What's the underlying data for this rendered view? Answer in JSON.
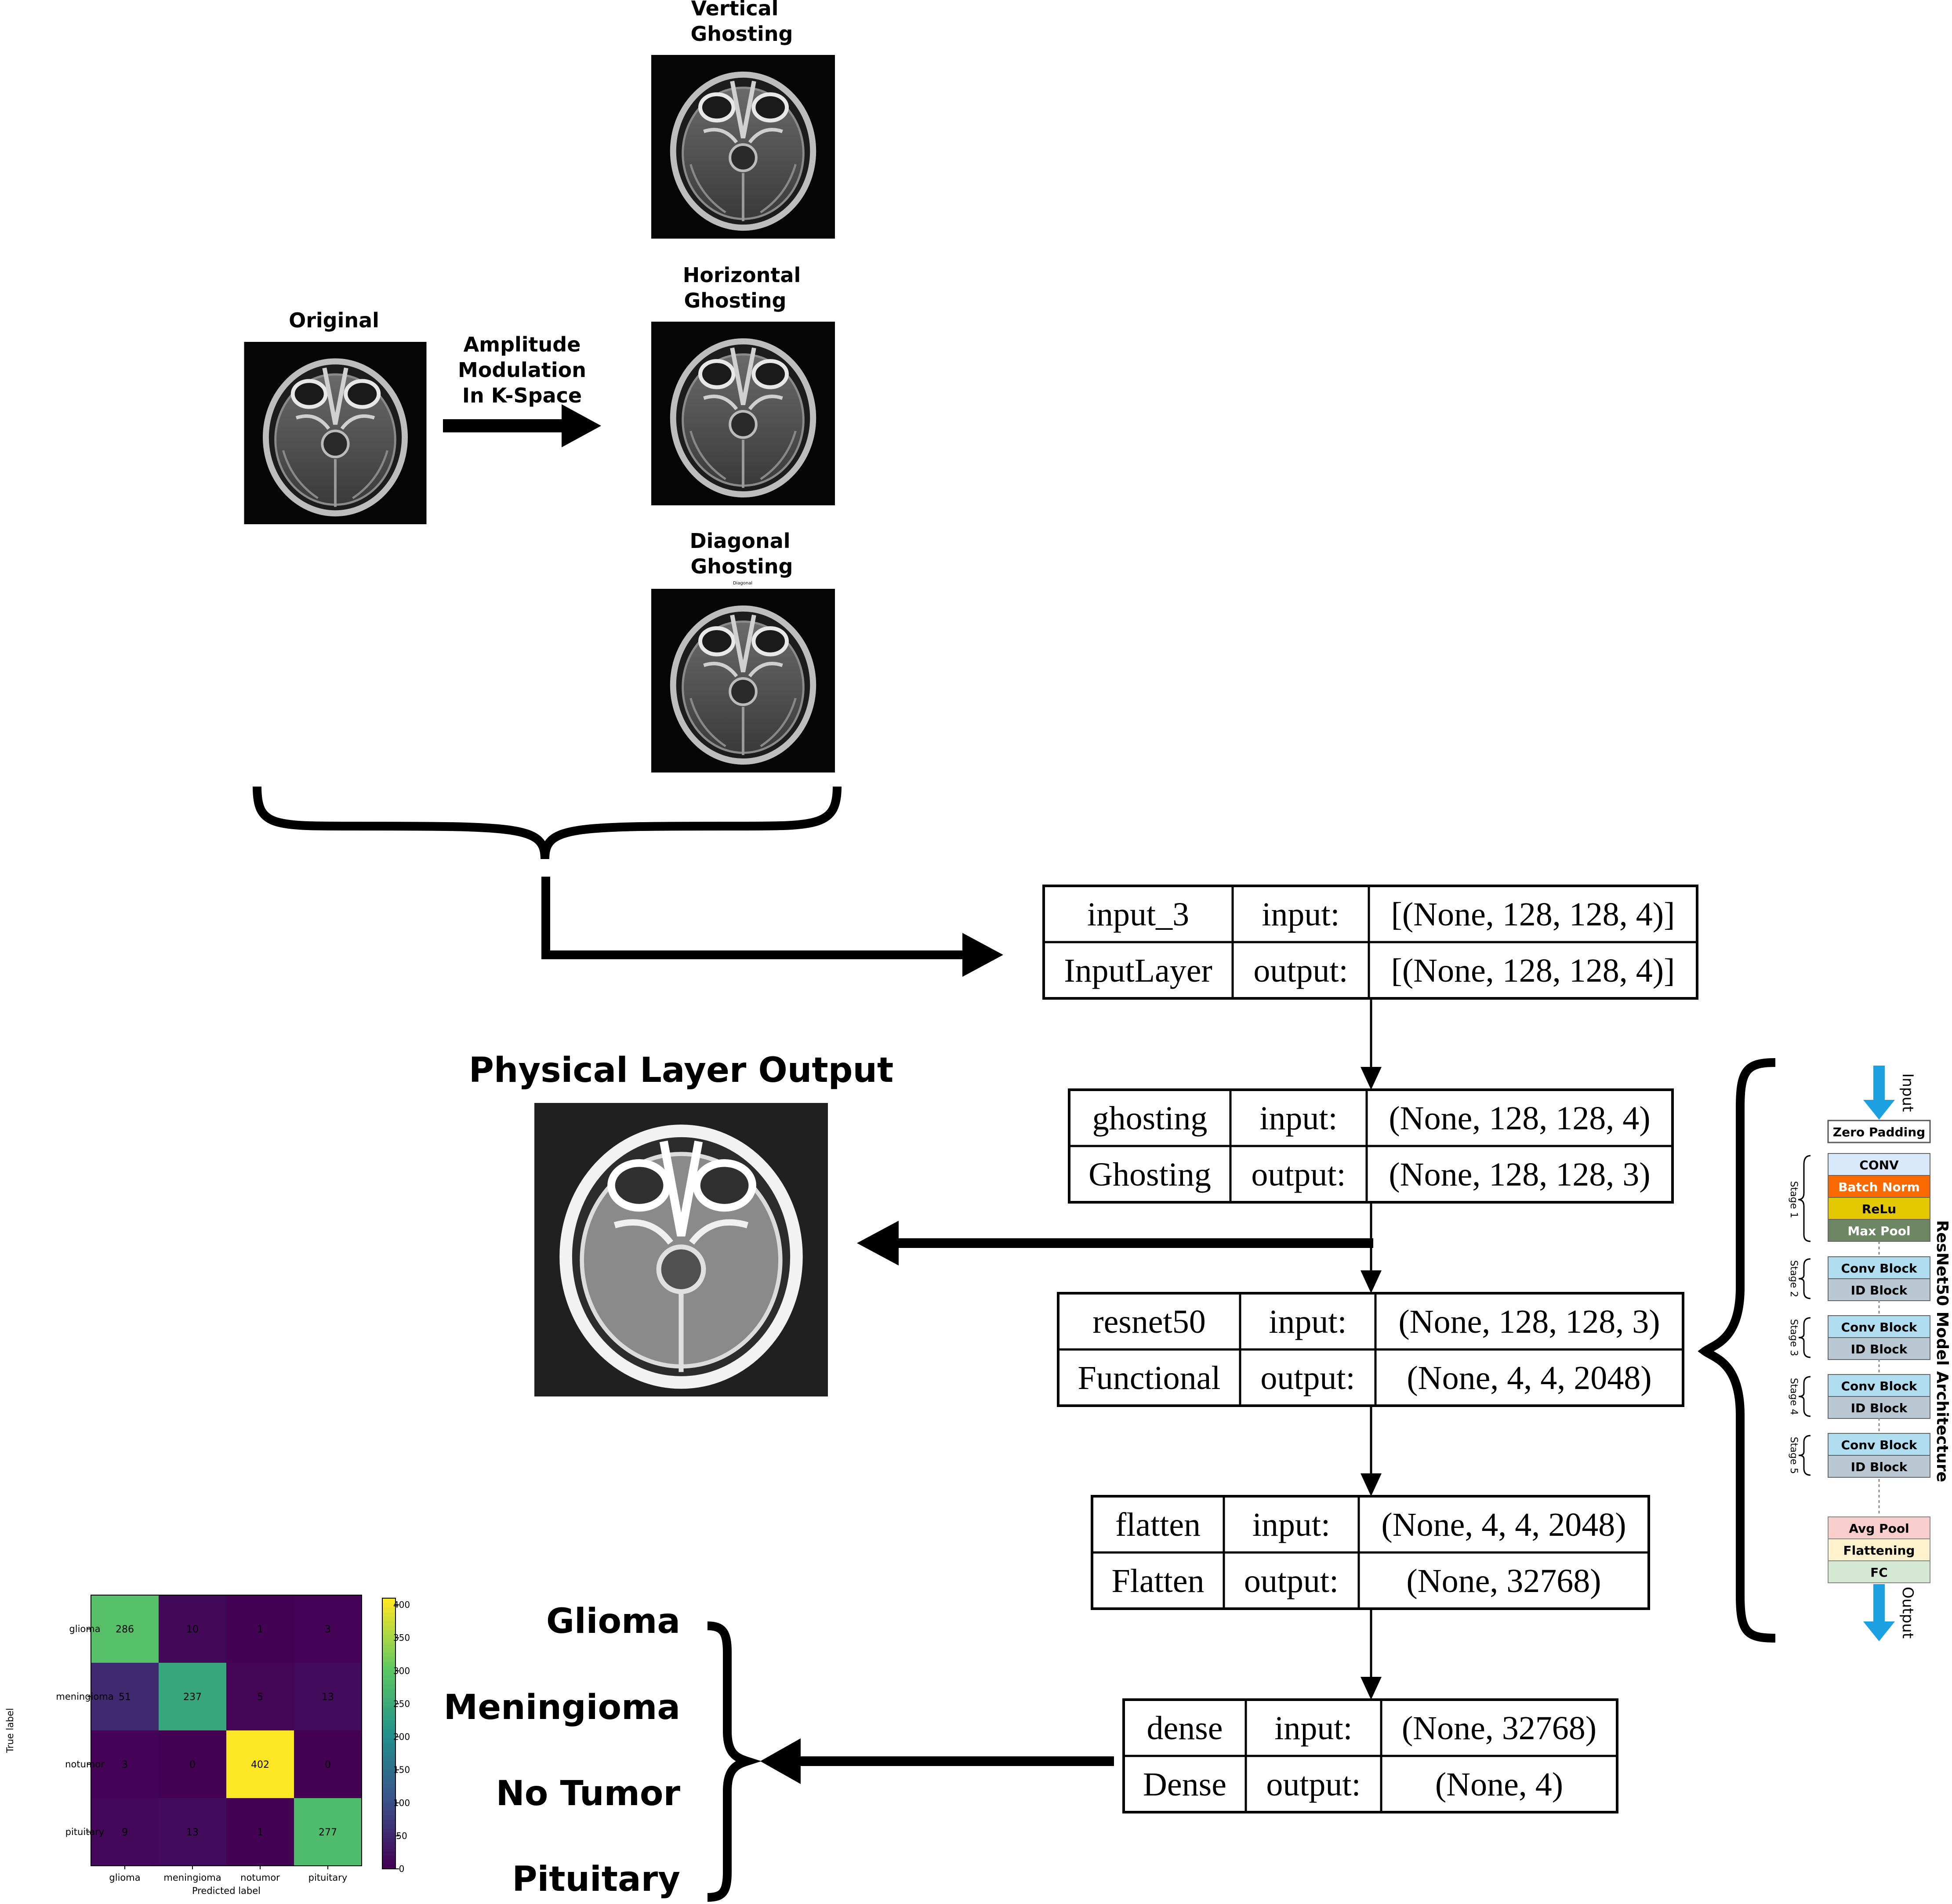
{
  "augmentation": {
    "original_label": "Original",
    "amplitude_lines": [
      "Amplitude",
      "Modulation",
      "In K-Space"
    ],
    "vertical_lines": [
      "Vertical",
      "Ghosting"
    ],
    "horizontal_lines": [
      "Horizontal",
      "Ghosting"
    ],
    "diagonal_lines": [
      "Diagonal",
      "Ghosting"
    ],
    "diagonal_tiny_caption": "Diagonal"
  },
  "physical_layer": {
    "title": "Physical Layer Output"
  },
  "model_layers": [
    {
      "name": "input_3",
      "type": "InputLayer",
      "in_label": "input:",
      "out_label": "output:",
      "in_shape": "[(None, 128, 128, 4)]",
      "out_shape": "[(None, 128, 128, 4)]"
    },
    {
      "name": "ghosting",
      "type": "Ghosting",
      "in_label": "input:",
      "out_label": "output:",
      "in_shape": "(None, 128, 128, 4)",
      "out_shape": "(None, 128, 128, 3)"
    },
    {
      "name": "resnet50",
      "type": "Functional",
      "in_label": "input:",
      "out_label": "output:",
      "in_shape": "(None, 128, 128, 3)",
      "out_shape": "(None, 4, 4, 2048)"
    },
    {
      "name": "flatten",
      "type": "Flatten",
      "in_label": "input:",
      "out_label": "output:",
      "in_shape": "(None, 4, 4, 2048)",
      "out_shape": "(None, 32768)"
    },
    {
      "name": "dense",
      "type": "Dense",
      "in_label": "input:",
      "out_label": "output:",
      "in_shape": "(None, 32768)",
      "out_shape": "(None, 4)"
    }
  ],
  "resnet_arch": {
    "title": "ResNet50 Model Architecture",
    "input_label": "Input",
    "output_label": "Output",
    "zero_padding": "Zero  Padding",
    "stage1_label": "Stage 1",
    "stage1_blocks": [
      {
        "label": "CONV",
        "color": "#dae8fc",
        "text_color": "#000000"
      },
      {
        "label": "Batch Norm",
        "color": "#fa6800",
        "text_color": "#ffffff"
      },
      {
        "label": "ReLu",
        "color": "#e3c800",
        "text_color": "#000000"
      },
      {
        "label": "Max Pool",
        "color": "#6d8764",
        "text_color": "#ffffff"
      }
    ],
    "stages": [
      {
        "label": "Stage 2",
        "conv": "Conv Block",
        "id": "ID Block"
      },
      {
        "label": "Stage 3",
        "conv": "Conv Block",
        "id": "ID Block"
      },
      {
        "label": "Stage 4",
        "conv": "Conv Block",
        "id": "ID Block"
      },
      {
        "label": "Stage 5",
        "conv": "Conv Block",
        "id": "ID Block"
      }
    ],
    "conv_color": "#b1ddf0",
    "id_color": "#bac8d3",
    "arrow_color": "#1ba1e2",
    "tail_blocks": [
      {
        "label": "Avg Pool",
        "color": "#f8cecc"
      },
      {
        "label": "Flattening",
        "color": "#fff2cc"
      },
      {
        "label": "FC",
        "color": "#d5e8d4"
      }
    ]
  },
  "classes": [
    "Glioma",
    "Meningioma",
    "No Tumor",
    "Pituitary"
  ],
  "chart_data": {
    "type": "heatmap",
    "title": "",
    "xlabel": "Predicted label",
    "ylabel": "True label",
    "x_categories": [
      "glioma",
      "meningioma",
      "notumor",
      "pituitary"
    ],
    "y_categories": [
      "glioma",
      "meningioma",
      "notumor",
      "pituitary"
    ],
    "values": [
      [
        286,
        10,
        1,
        3
      ],
      [
        51,
        237,
        5,
        13
      ],
      [
        3,
        0,
        402,
        0
      ],
      [
        9,
        13,
        1,
        277
      ]
    ],
    "colorbar": {
      "min": 0,
      "max": 402,
      "ticks": [
        0,
        50,
        100,
        150,
        200,
        250,
        300,
        350,
        400
      ]
    },
    "colormap": "viridis"
  }
}
